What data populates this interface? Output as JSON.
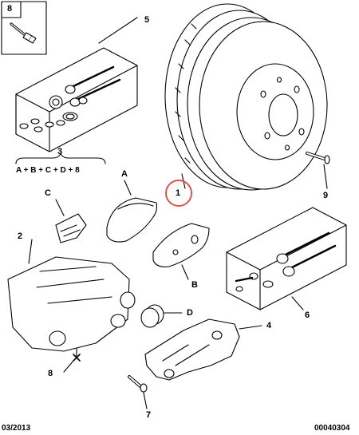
{
  "callouts": {
    "c1": "1",
    "c2": "2",
    "c3": "3",
    "c4": "4",
    "c5": "5",
    "c6": "6",
    "c7": "7",
    "c8_box": "8",
    "c8_caliper": "8",
    "c9": "9",
    "cA": "A",
    "cB": "B",
    "cC": "C",
    "cD": "D"
  },
  "kit_formula": "A + B + C + D + 8",
  "footer": {
    "date": "03/2013",
    "reference": "00040304"
  },
  "colors": {
    "line": "#000000",
    "highlight_circle": "#d9534f"
  }
}
